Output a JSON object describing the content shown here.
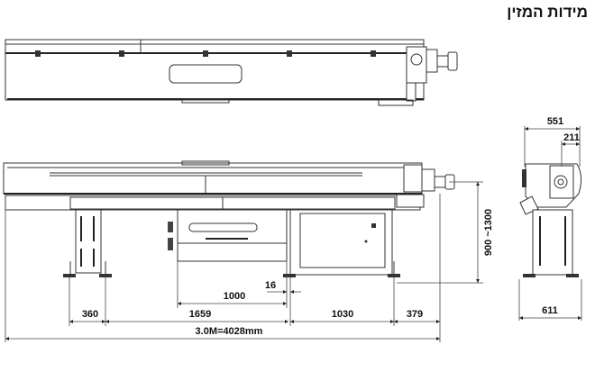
{
  "title": "מידות המזין",
  "dimensions": {
    "height_range": "900 ~1300",
    "drawer_width": "1000",
    "gap": "16",
    "foot_spacing": "360",
    "left_span": "1659",
    "middle_span": "1030",
    "right_overhang": "379",
    "total_length": "3.0M=4028mm",
    "side_width_top": "551",
    "side_offset": "211",
    "side_width_base": "611"
  }
}
